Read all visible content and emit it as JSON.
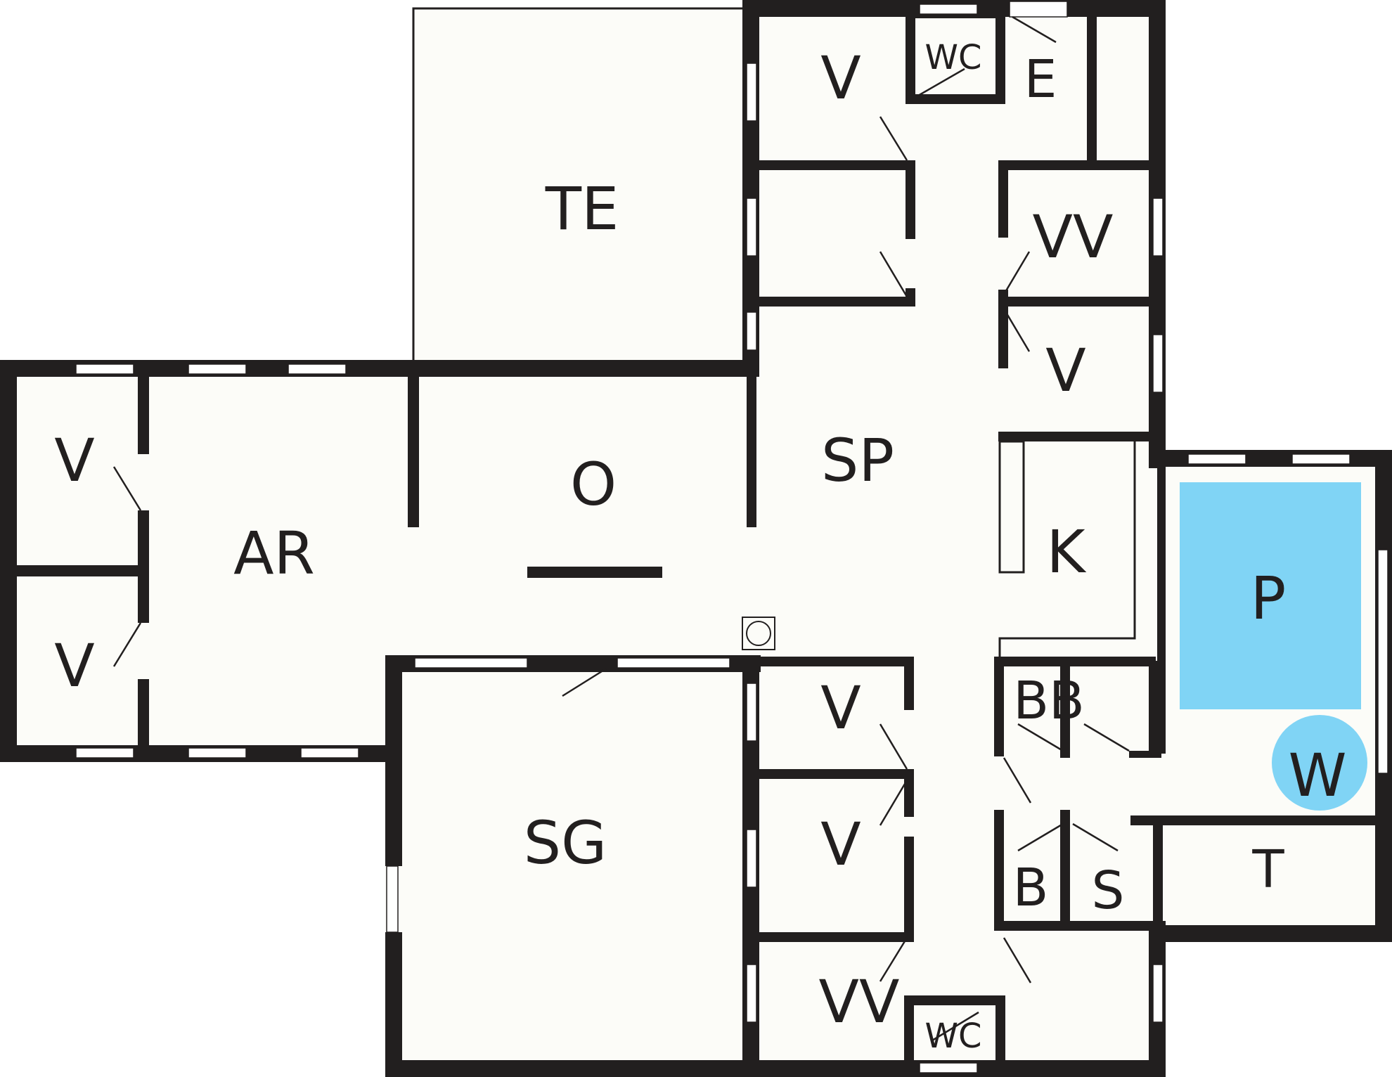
{
  "plan": {
    "rooms": {
      "te": "TE",
      "v_top1": "V",
      "wc_top": "WC",
      "e": "E",
      "vv_top": "VV",
      "v_right": "V",
      "sp": "SP",
      "o": "O",
      "ar": "AR",
      "v_left1": "V",
      "v_left2": "V",
      "k": "K",
      "p": "P",
      "w": "W",
      "bb": "BB",
      "b": "B",
      "s": "S",
      "t": "T",
      "v_mid1": "V",
      "v_mid2": "V",
      "vv_bottom": "VV",
      "wc_bottom": "WC",
      "sg": "SG"
    },
    "colors": {
      "wall": "#221f1f",
      "floor": "#fcfcf8",
      "water": "#80d4f5"
    }
  }
}
